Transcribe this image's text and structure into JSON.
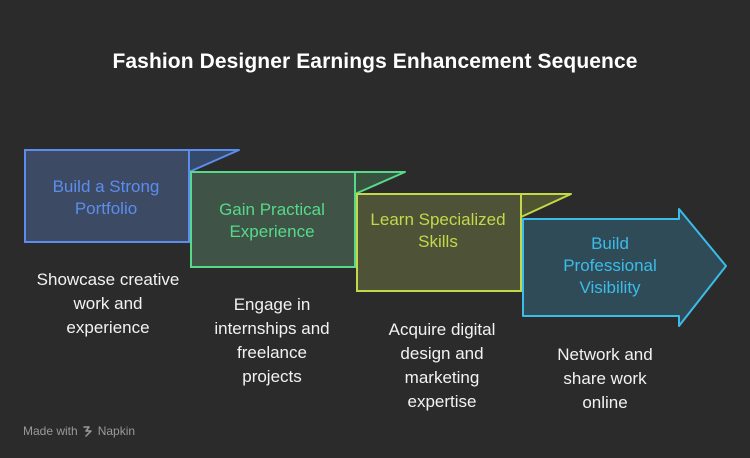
{
  "title": "Fashion Designer Earnings Enhancement Sequence",
  "steps": [
    {
      "label": "Build a Strong Portfolio",
      "description": "Showcase creative work and experience",
      "color": "#5b8def"
    },
    {
      "label": "Gain Practical Experience",
      "description": "Engage in internships and freelance projects",
      "color": "#57d98a"
    },
    {
      "label": "Learn Specialized Skills",
      "description": "Acquire digital design and marketing expertise",
      "color": "#c4d84a"
    },
    {
      "label": "Build Professional Visibility",
      "description": "Network and share work online",
      "color": "#3bbce9"
    }
  ],
  "footer": {
    "made_with": "Made with",
    "brand": "Napkin"
  }
}
